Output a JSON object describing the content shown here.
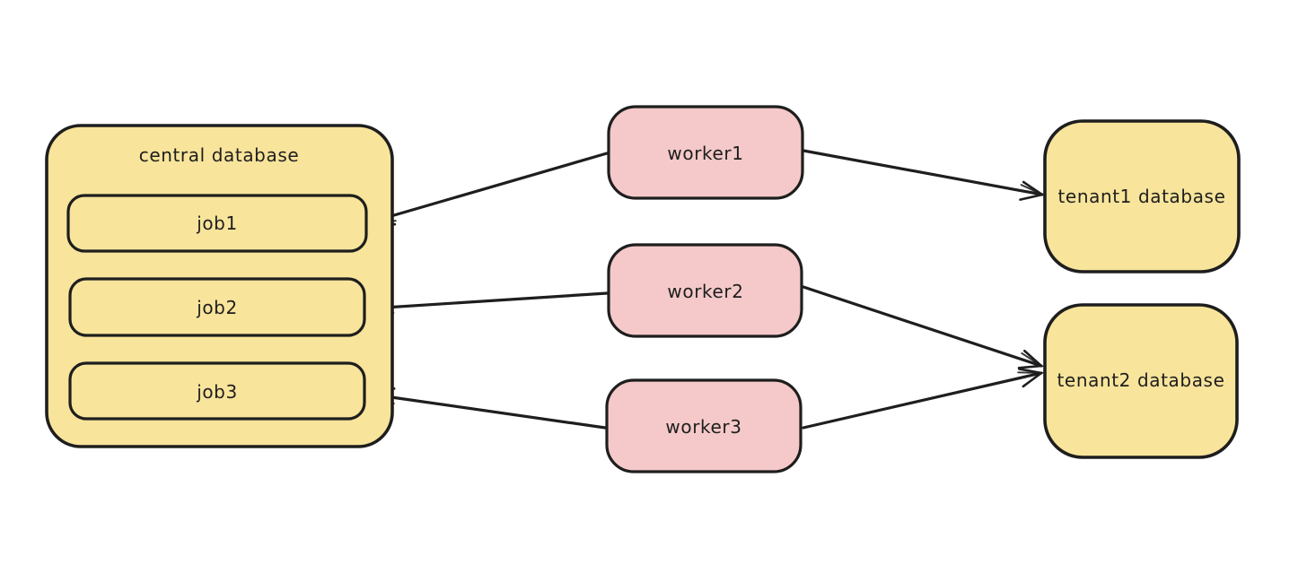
{
  "palette": {
    "node_yellow": "#f8e49b",
    "node_pink": "#f5c9c9",
    "stroke": "#1e1e1e",
    "background": "#ffffff"
  },
  "nodes": {
    "central_database": {
      "id": "central-database",
      "label": "central database"
    },
    "jobs": [
      {
        "id": "job1",
        "label": "job1"
      },
      {
        "id": "job2",
        "label": "job2"
      },
      {
        "id": "job3",
        "label": "job3"
      }
    ],
    "workers": [
      {
        "id": "worker1",
        "label": "worker1"
      },
      {
        "id": "worker2",
        "label": "worker2"
      },
      {
        "id": "worker3",
        "label": "worker3"
      }
    ],
    "tenants": [
      {
        "id": "tenant1-database",
        "label": "tenant1 database"
      },
      {
        "id": "tenant2-database",
        "label": "tenant2 database"
      }
    ]
  },
  "edges": [
    {
      "from": "worker1",
      "to": "job1"
    },
    {
      "from": "worker1",
      "to": "tenant1 database"
    },
    {
      "from": "worker2",
      "to": "job2"
    },
    {
      "from": "worker2",
      "to": "tenant2 database"
    },
    {
      "from": "worker3",
      "to": "job3"
    },
    {
      "from": "worker3",
      "to": "tenant2 database"
    }
  ]
}
